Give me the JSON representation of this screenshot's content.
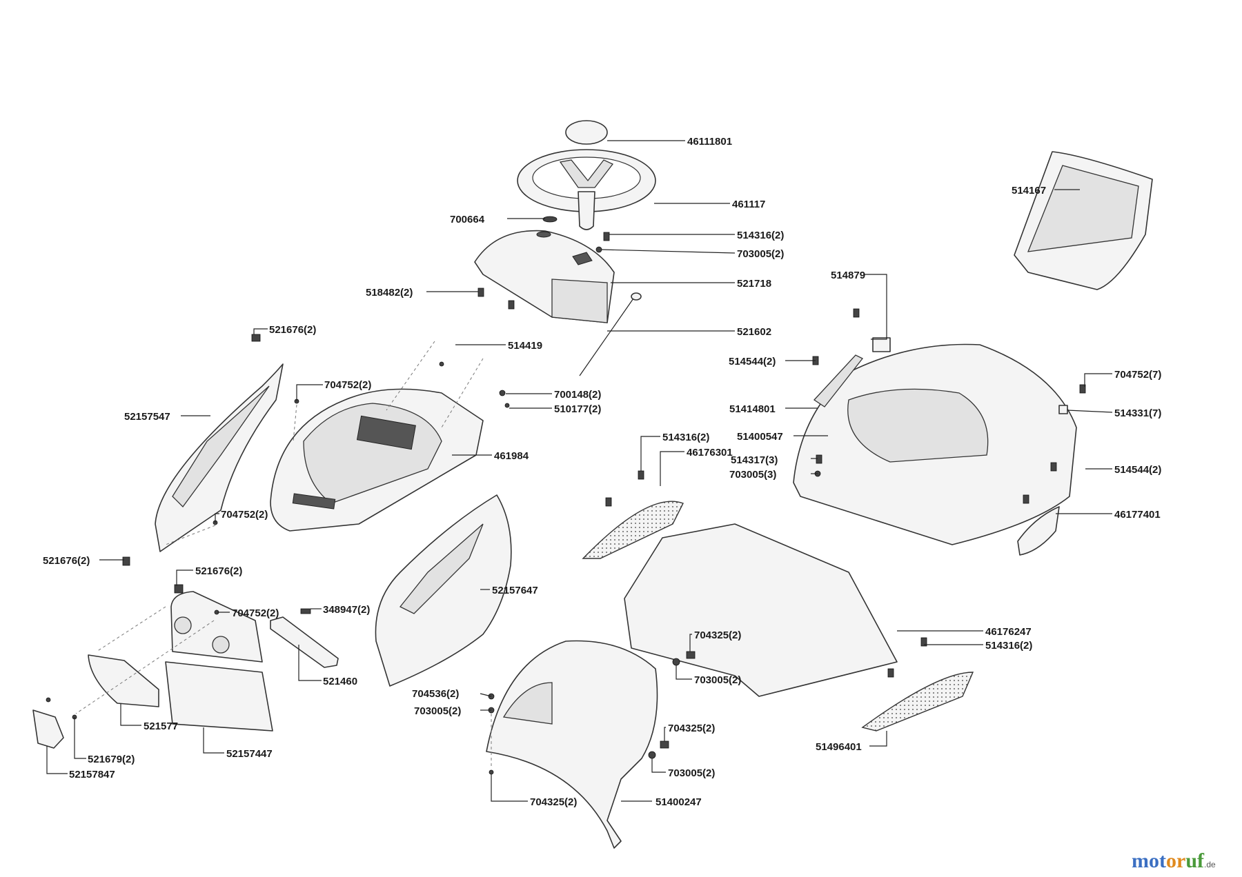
{
  "parts": [
    {
      "id": "46111801"
    },
    {
      "id": "461117"
    },
    {
      "id": "700664"
    },
    {
      "id": "514316(2)"
    },
    {
      "id": "703005(2)"
    },
    {
      "id": "518482(2)"
    },
    {
      "id": "521718"
    },
    {
      "id": "521602"
    },
    {
      "id": "514419"
    },
    {
      "id": "521676(2)"
    },
    {
      "id": "704752(2)"
    },
    {
      "id": "52157547"
    },
    {
      "id": "700148(2)"
    },
    {
      "id": "510177(2)"
    },
    {
      "id": "461984"
    },
    {
      "id": "704752(2)"
    },
    {
      "id": "521676(2)"
    },
    {
      "id": "521676(2)"
    },
    {
      "id": "704752(2)"
    },
    {
      "id": "348947(2)"
    },
    {
      "id": "521460"
    },
    {
      "id": "521577"
    },
    {
      "id": "521679(2)"
    },
    {
      "id": "52157847"
    },
    {
      "id": "52157447"
    },
    {
      "id": "52157647"
    },
    {
      "id": "704536(2)"
    },
    {
      "id": "703005(2)"
    },
    {
      "id": "704325(2)"
    },
    {
      "id": "704325(2)"
    },
    {
      "id": "703005(2)"
    },
    {
      "id": "704325(2)"
    },
    {
      "id": "703005(2)"
    },
    {
      "id": "51400247"
    },
    {
      "id": "514316(2)"
    },
    {
      "id": "46176301"
    },
    {
      "id": "514317(3)"
    },
    {
      "id": "703005(3)"
    },
    {
      "id": "51400547"
    },
    {
      "id": "514544(2)"
    },
    {
      "id": "51414801"
    },
    {
      "id": "514879"
    },
    {
      "id": "514167"
    },
    {
      "id": "704752(7)"
    },
    {
      "id": "514331(7)"
    },
    {
      "id": "514544(2)"
    },
    {
      "id": "46177401"
    },
    {
      "id": "46176247"
    },
    {
      "id": "514316(2)"
    },
    {
      "id": "51496401"
    }
  ],
  "brand": {
    "part1": "mot",
    "part2": "or",
    "part3": "uf",
    "suffix": ".de"
  }
}
